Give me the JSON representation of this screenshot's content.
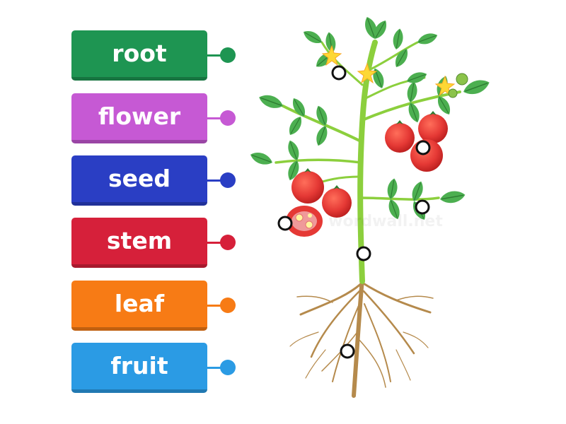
{
  "labels": [
    {
      "id": "root",
      "text": "root",
      "color": "#1e9552"
    },
    {
      "id": "flower",
      "text": "flower",
      "color": "#c659d4"
    },
    {
      "id": "seed",
      "text": "seed",
      "color": "#2a3ec4"
    },
    {
      "id": "stem",
      "text": "stem",
      "color": "#d6203a"
    },
    {
      "id": "leaf",
      "text": "leaf",
      "color": "#f77b15"
    },
    {
      "id": "fruit",
      "text": "fruit",
      "color": "#2b9be4"
    }
  ],
  "diagram": {
    "watermark": "wordwall.net",
    "plant_colors": {
      "leaf": "#4caf50",
      "stem": "#8ccf3d",
      "fruit": "#e53935",
      "flower": "#fdd835",
      "root": "#b58a4c"
    }
  }
}
